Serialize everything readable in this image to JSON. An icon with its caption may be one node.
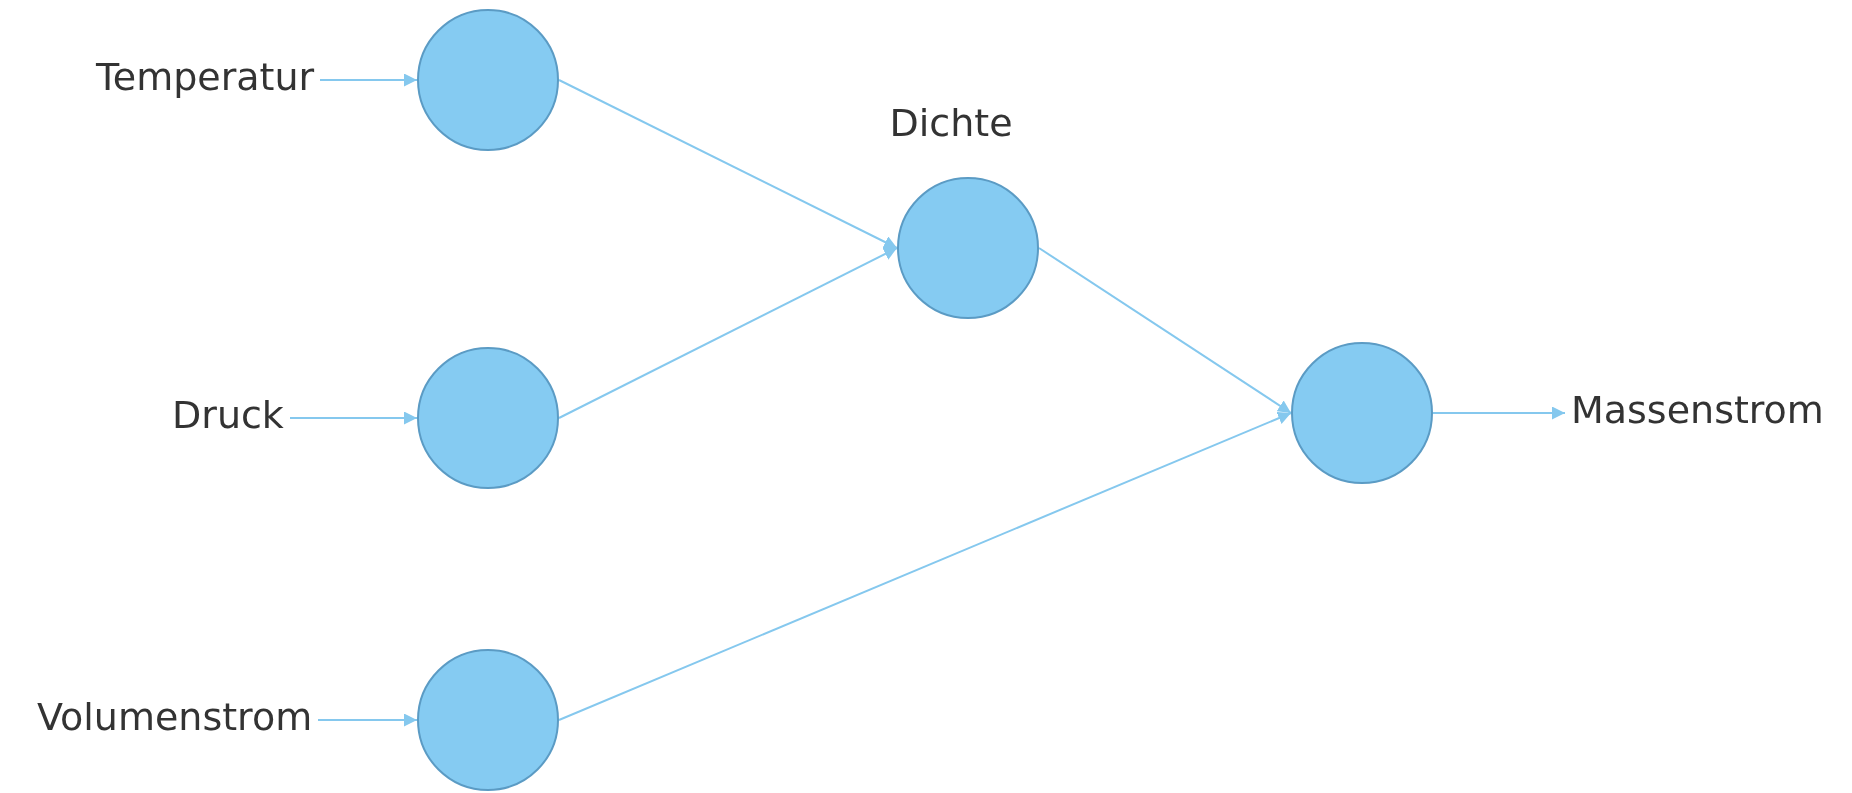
{
  "diagram": {
    "nodes": [
      {
        "text": [
          "Temperatur"
        ]
      },
      {
        "text": [],
        "shape": "circle"
      },
      {
        "text": [
          "Druck"
        ]
      },
      {
        "text": [],
        "shape": "circle"
      },
      {
        "text": [
          "Volumenstrom"
        ]
      },
      {
        "text": [],
        "shape": "circle"
      },
      {
        "text": [
          "Dichte"
        ]
      },
      {
        "text": [],
        "shape": "circle"
      },
      {
        "text": [
          "Massenstrom"
        ]
      }
    ],
    "edges": [
      {
        "from": 0,
        "to": 1,
        "arrow": "to"
      },
      {
        "from": 2,
        "to": 3,
        "arrow": "to"
      },
      {
        "from": 4,
        "to": 5,
        "arrow": "to"
      },
      {
        "from": 1,
        "to": 6,
        "arrow": "to"
      },
      {
        "from": 3,
        "to": 6,
        "arrow": "to"
      },
      {
        "from": 6,
        "to": 7,
        "arrow": "to"
      },
      {
        "from": 5,
        "to": 7,
        "arrow": "to"
      },
      {
        "from": 7,
        "to": 8,
        "arrow": "to"
      }
    ]
  }
}
